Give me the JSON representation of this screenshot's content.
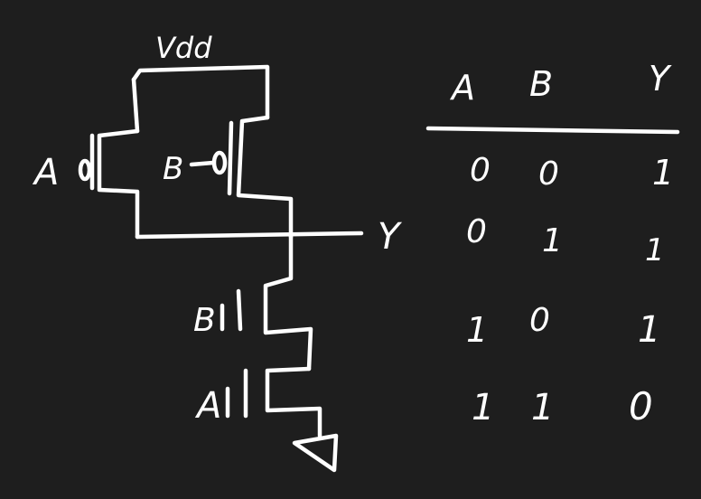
{
  "schematic": {
    "supply_label": "Vdd",
    "output_label": "Y",
    "pmos_a_label": "A",
    "pmos_b_label": "B",
    "nmos_b_label": "B",
    "nmos_a_label": "A"
  },
  "truth_table": {
    "headers": [
      "A",
      "B",
      "Y"
    ],
    "rows": [
      [
        "0",
        "0",
        "1"
      ],
      [
        "0",
        "1",
        "1"
      ],
      [
        "1",
        "0",
        "1"
      ],
      [
        "1",
        "1",
        "0"
      ]
    ]
  }
}
